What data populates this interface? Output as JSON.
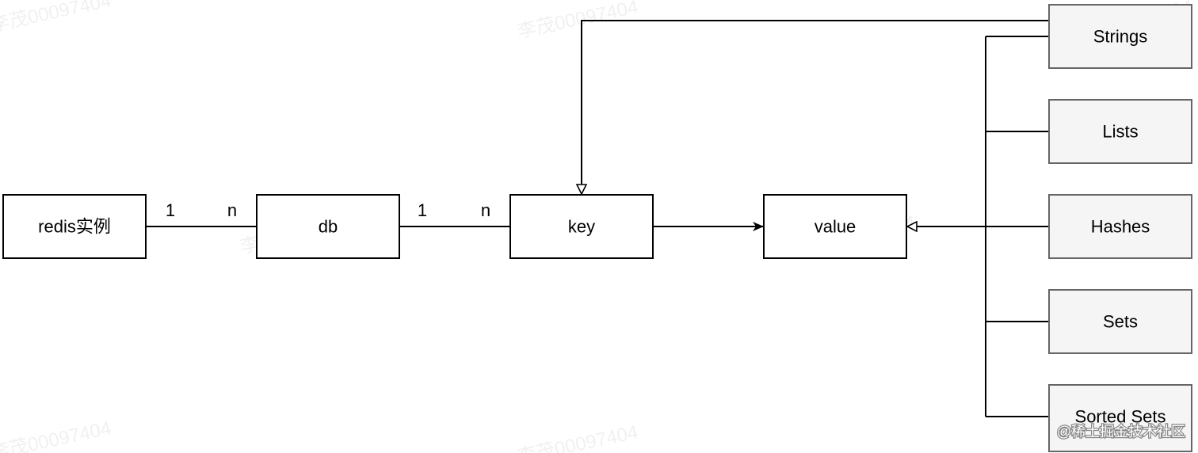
{
  "nodes": {
    "redis": "redis实例",
    "db": "db",
    "key": "key",
    "value": "value",
    "types": [
      "Strings",
      "Lists",
      "Hashes",
      "Sets",
      "Sorted Sets"
    ]
  },
  "multiplicity": {
    "redis_db_one": "1",
    "redis_db_many": "n",
    "db_key_one": "1",
    "db_key_many": "n"
  },
  "watermark": "李茂00097404",
  "credit": "@稀土掘金技术社区",
  "colors": {
    "line": "#000000",
    "box_fill": "#ffffff",
    "type_box_fill": "#f5f5f5",
    "type_box_stroke": "#666666"
  }
}
